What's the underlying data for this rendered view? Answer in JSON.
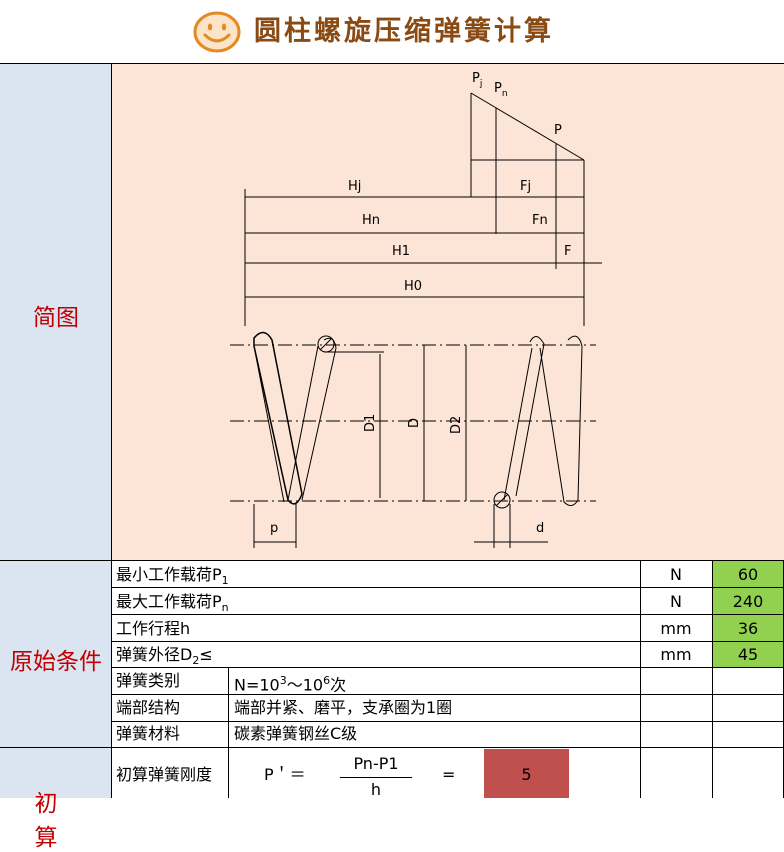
{
  "header": {
    "title": "圆柱螺旋压缩弹簧计算",
    "icon": "smiley-face-icon"
  },
  "sections": {
    "diagram_label": "简图",
    "conditions_label": "原始条件",
    "calc_label_partial": "初 算"
  },
  "diagram_labels": {
    "pj": "P",
    "pj_sub": "j",
    "pn": "P",
    "pn_sub": "n",
    "p": "P",
    "hj": "Hj",
    "fj": "Fj",
    "hn": "Hn",
    "fn": "Fn",
    "h1": "H1",
    "f": "F",
    "h0": "H0",
    "d1": "D1",
    "d": "D",
    "d2": "D2",
    "pitch": "p",
    "wire": "d"
  },
  "conditions": [
    {
      "label": "最小工作载荷P",
      "sub": "1",
      "unit": "N",
      "value": "60"
    },
    {
      "label": "最大工作载荷P",
      "sub": "n",
      "unit": "N",
      "value": "240"
    },
    {
      "label": "工作行程h",
      "sub": "",
      "unit": "mm",
      "value": "36"
    },
    {
      "label": "弹簧外径D",
      "sub": "2",
      "suffix": "≤",
      "unit": "mm",
      "value": "45"
    }
  ],
  "info_rows": [
    {
      "label": "弹簧类别",
      "value_pre": "N=10",
      "sup1": "3",
      "mid": "～10",
      "sup2": "6",
      "value_post": "次"
    },
    {
      "label": "端部结构",
      "value": "端部并紧、磨平，支承圈为1圈"
    },
    {
      "label": "弹簧材料",
      "value": "碳素弹簧钢丝C级"
    }
  ],
  "calc": {
    "label": "初算弹簧刚度",
    "symbol": "P＇＝",
    "numerator": "Pn-P1",
    "denominator": "h",
    "equals": "=",
    "result": "5"
  },
  "colors": {
    "input_green": "#92d050",
    "result_red": "#c0504d",
    "label_red": "#c00000",
    "diagram_bg": "#fce4d6",
    "side_bg": "#dbe5f1",
    "title_brown": "#8a4a14"
  }
}
